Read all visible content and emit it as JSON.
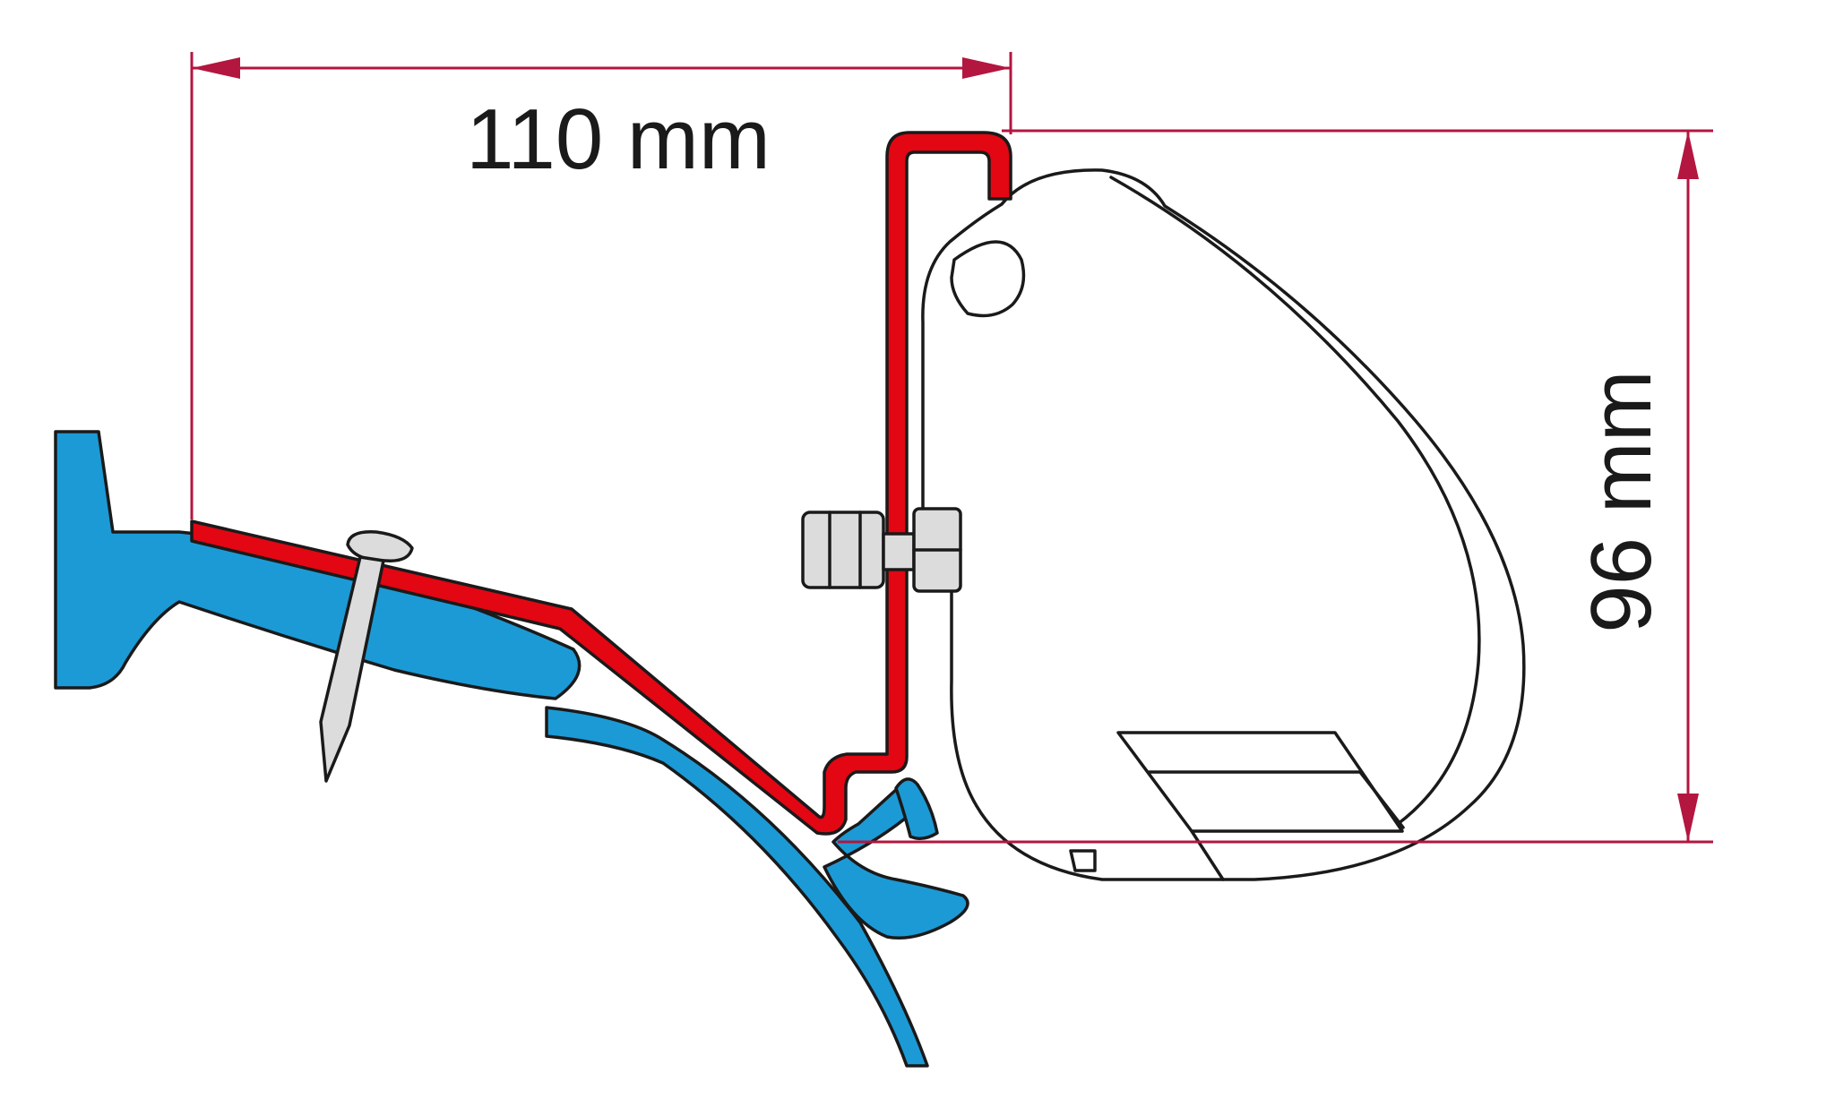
{
  "dimensions": {
    "width_label": "110 mm",
    "height_label": "96 mm"
  },
  "colors": {
    "dimension_line": "#b3163f",
    "bracket": "#e30613",
    "vehicle_profile": "#1c9ad6",
    "awning_fill": "#ffffff",
    "bolt_fill": "#dcdcdc",
    "outline": "#1a1a1a"
  },
  "components": {
    "awning": "awning-housing",
    "bracket": "mounting-bracket",
    "vehicle": "vehicle-roof-profile",
    "rivet": "rivet",
    "bolt": "bolt-and-nut"
  }
}
